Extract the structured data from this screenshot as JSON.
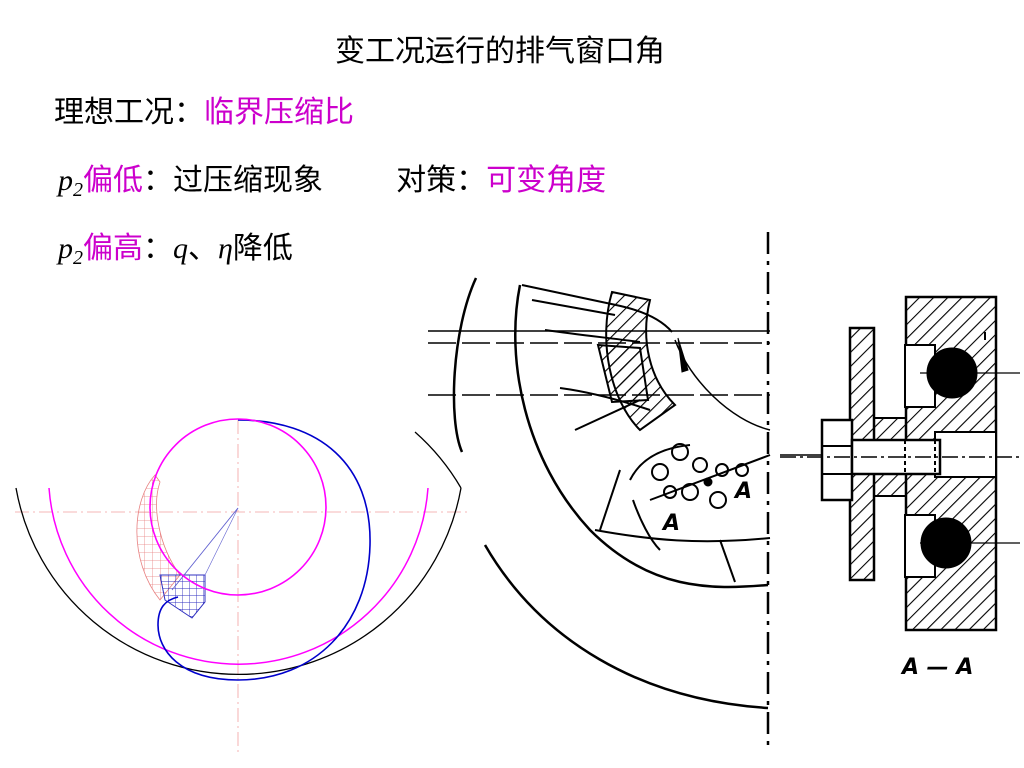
{
  "title": "变工况运行的排气窗口角",
  "lines": {
    "ideal": {
      "label": "理想工况：",
      "value": "临界压缩比"
    },
    "low": {
      "var": "p",
      "sub": "2",
      "label": "偏低",
      "colon": "：",
      "effect": "过压缩现象",
      "strategy_label": "对策：",
      "strategy_value": "可变角度"
    },
    "high": {
      "var": "p",
      "sub": "2",
      "label": "偏高",
      "colon": "：",
      "q": "q",
      "sep": "、",
      "eta": "η",
      "effect": "降低"
    }
  },
  "diagram": {
    "label_a1": "A",
    "label_a2": "A",
    "section_label": "A — A"
  },
  "colors": {
    "accent": "#cc00cc",
    "spiral": "#0000cc",
    "circle": "#ff00ff",
    "hatch_red": "#e88080",
    "hatch_blue": "#3030c0"
  }
}
